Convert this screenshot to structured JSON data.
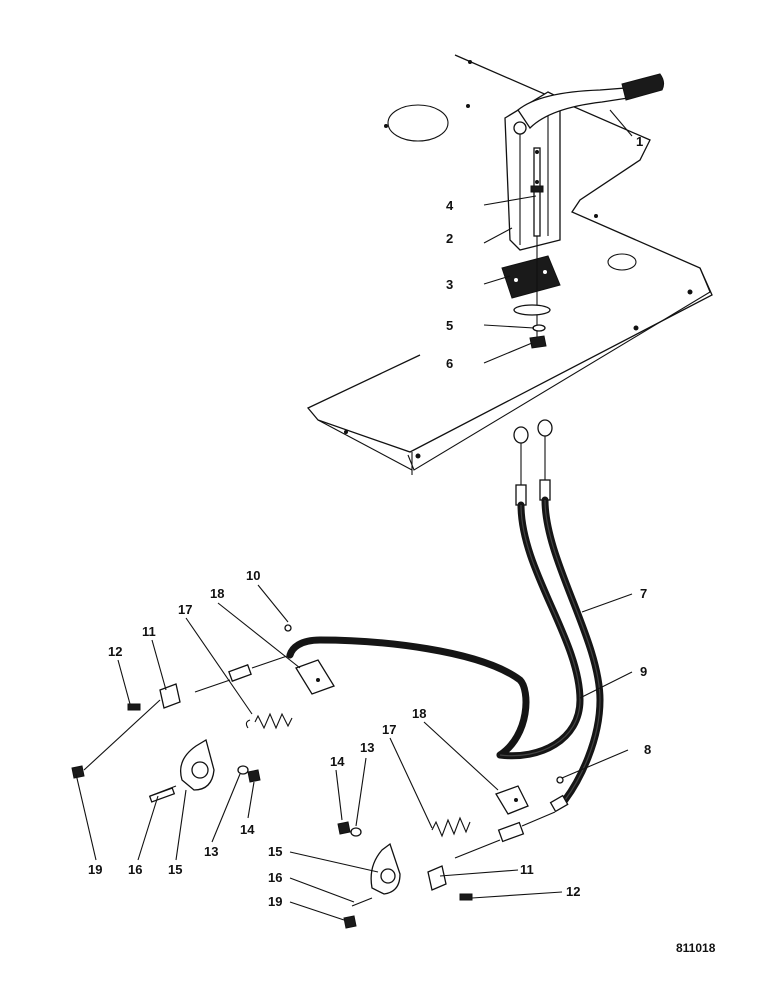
{
  "drawing_ref": "811018",
  "callouts": {
    "c1": "1",
    "c2": "2",
    "c3": "3",
    "c4": "4",
    "c5": "5",
    "c6": "6",
    "c7": "7",
    "c8": "8",
    "c9": "9",
    "c10": "10",
    "c11a": "11",
    "c11b": "11",
    "c12a": "12",
    "c12b": "12",
    "c13a": "13",
    "c13b": "13",
    "c14a": "14",
    "c14b": "14",
    "c15a": "15",
    "c15b": "15",
    "c16a": "16",
    "c16b": "16",
    "c17a": "17",
    "c17b": "17",
    "c18a": "18",
    "c18b": "18",
    "c19a": "19",
    "c19b": "19"
  }
}
